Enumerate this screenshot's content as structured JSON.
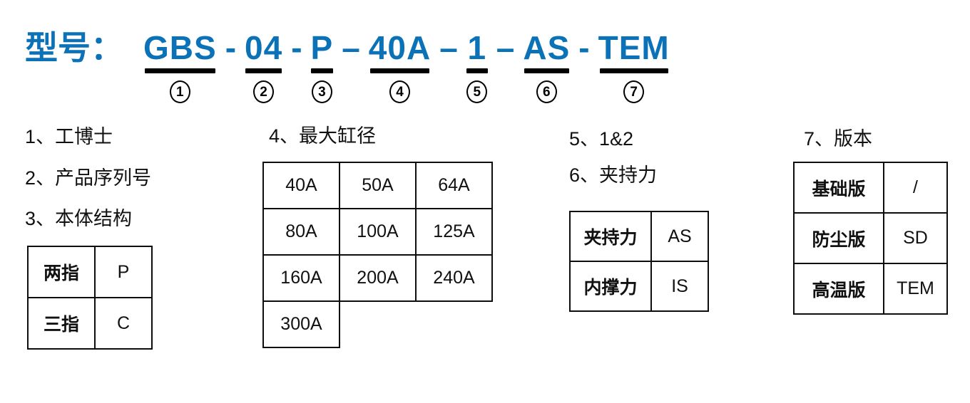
{
  "colors": {
    "accent": "#0b72b8",
    "ink": "#000000"
  },
  "header": {
    "prefix": "型号：",
    "segments": [
      {
        "text": "GBS",
        "marker": "1"
      },
      {
        "sep": "-"
      },
      {
        "text": "04",
        "marker": "2"
      },
      {
        "sep": "-"
      },
      {
        "text": "P",
        "marker": "3"
      },
      {
        "sep": "–"
      },
      {
        "text": "40A",
        "marker": "4"
      },
      {
        "sep": "–"
      },
      {
        "text": "1",
        "marker": "5"
      },
      {
        "sep": "–"
      },
      {
        "text": "AS",
        "marker": "6"
      },
      {
        "sep": "-"
      },
      {
        "text": "TEM",
        "marker": "7"
      }
    ]
  },
  "sections": {
    "item1": "1、工博士",
    "item2": "2、产品序列号",
    "item3": "3、本体结构",
    "item4": "4、最大缸径",
    "item5": "5、1&2",
    "item6": "6、夹持力",
    "item7": "7、版本"
  },
  "tables": {
    "structure": {
      "rows": [
        [
          "两指",
          "P"
        ],
        [
          "三指",
          "C"
        ]
      ]
    },
    "bore": {
      "rows": [
        [
          "40A",
          "50A",
          "64A"
        ],
        [
          "80A",
          "100A",
          "125A"
        ],
        [
          "160A",
          "200A",
          "240A"
        ],
        [
          "300A"
        ]
      ]
    },
    "force": {
      "rows": [
        [
          "夹持力",
          "AS"
        ],
        [
          "内撑力",
          "IS"
        ]
      ]
    },
    "version": {
      "rows": [
        [
          "基础版",
          "/"
        ],
        [
          "防尘版",
          "SD"
        ],
        [
          "高温版",
          "TEM"
        ]
      ]
    }
  }
}
